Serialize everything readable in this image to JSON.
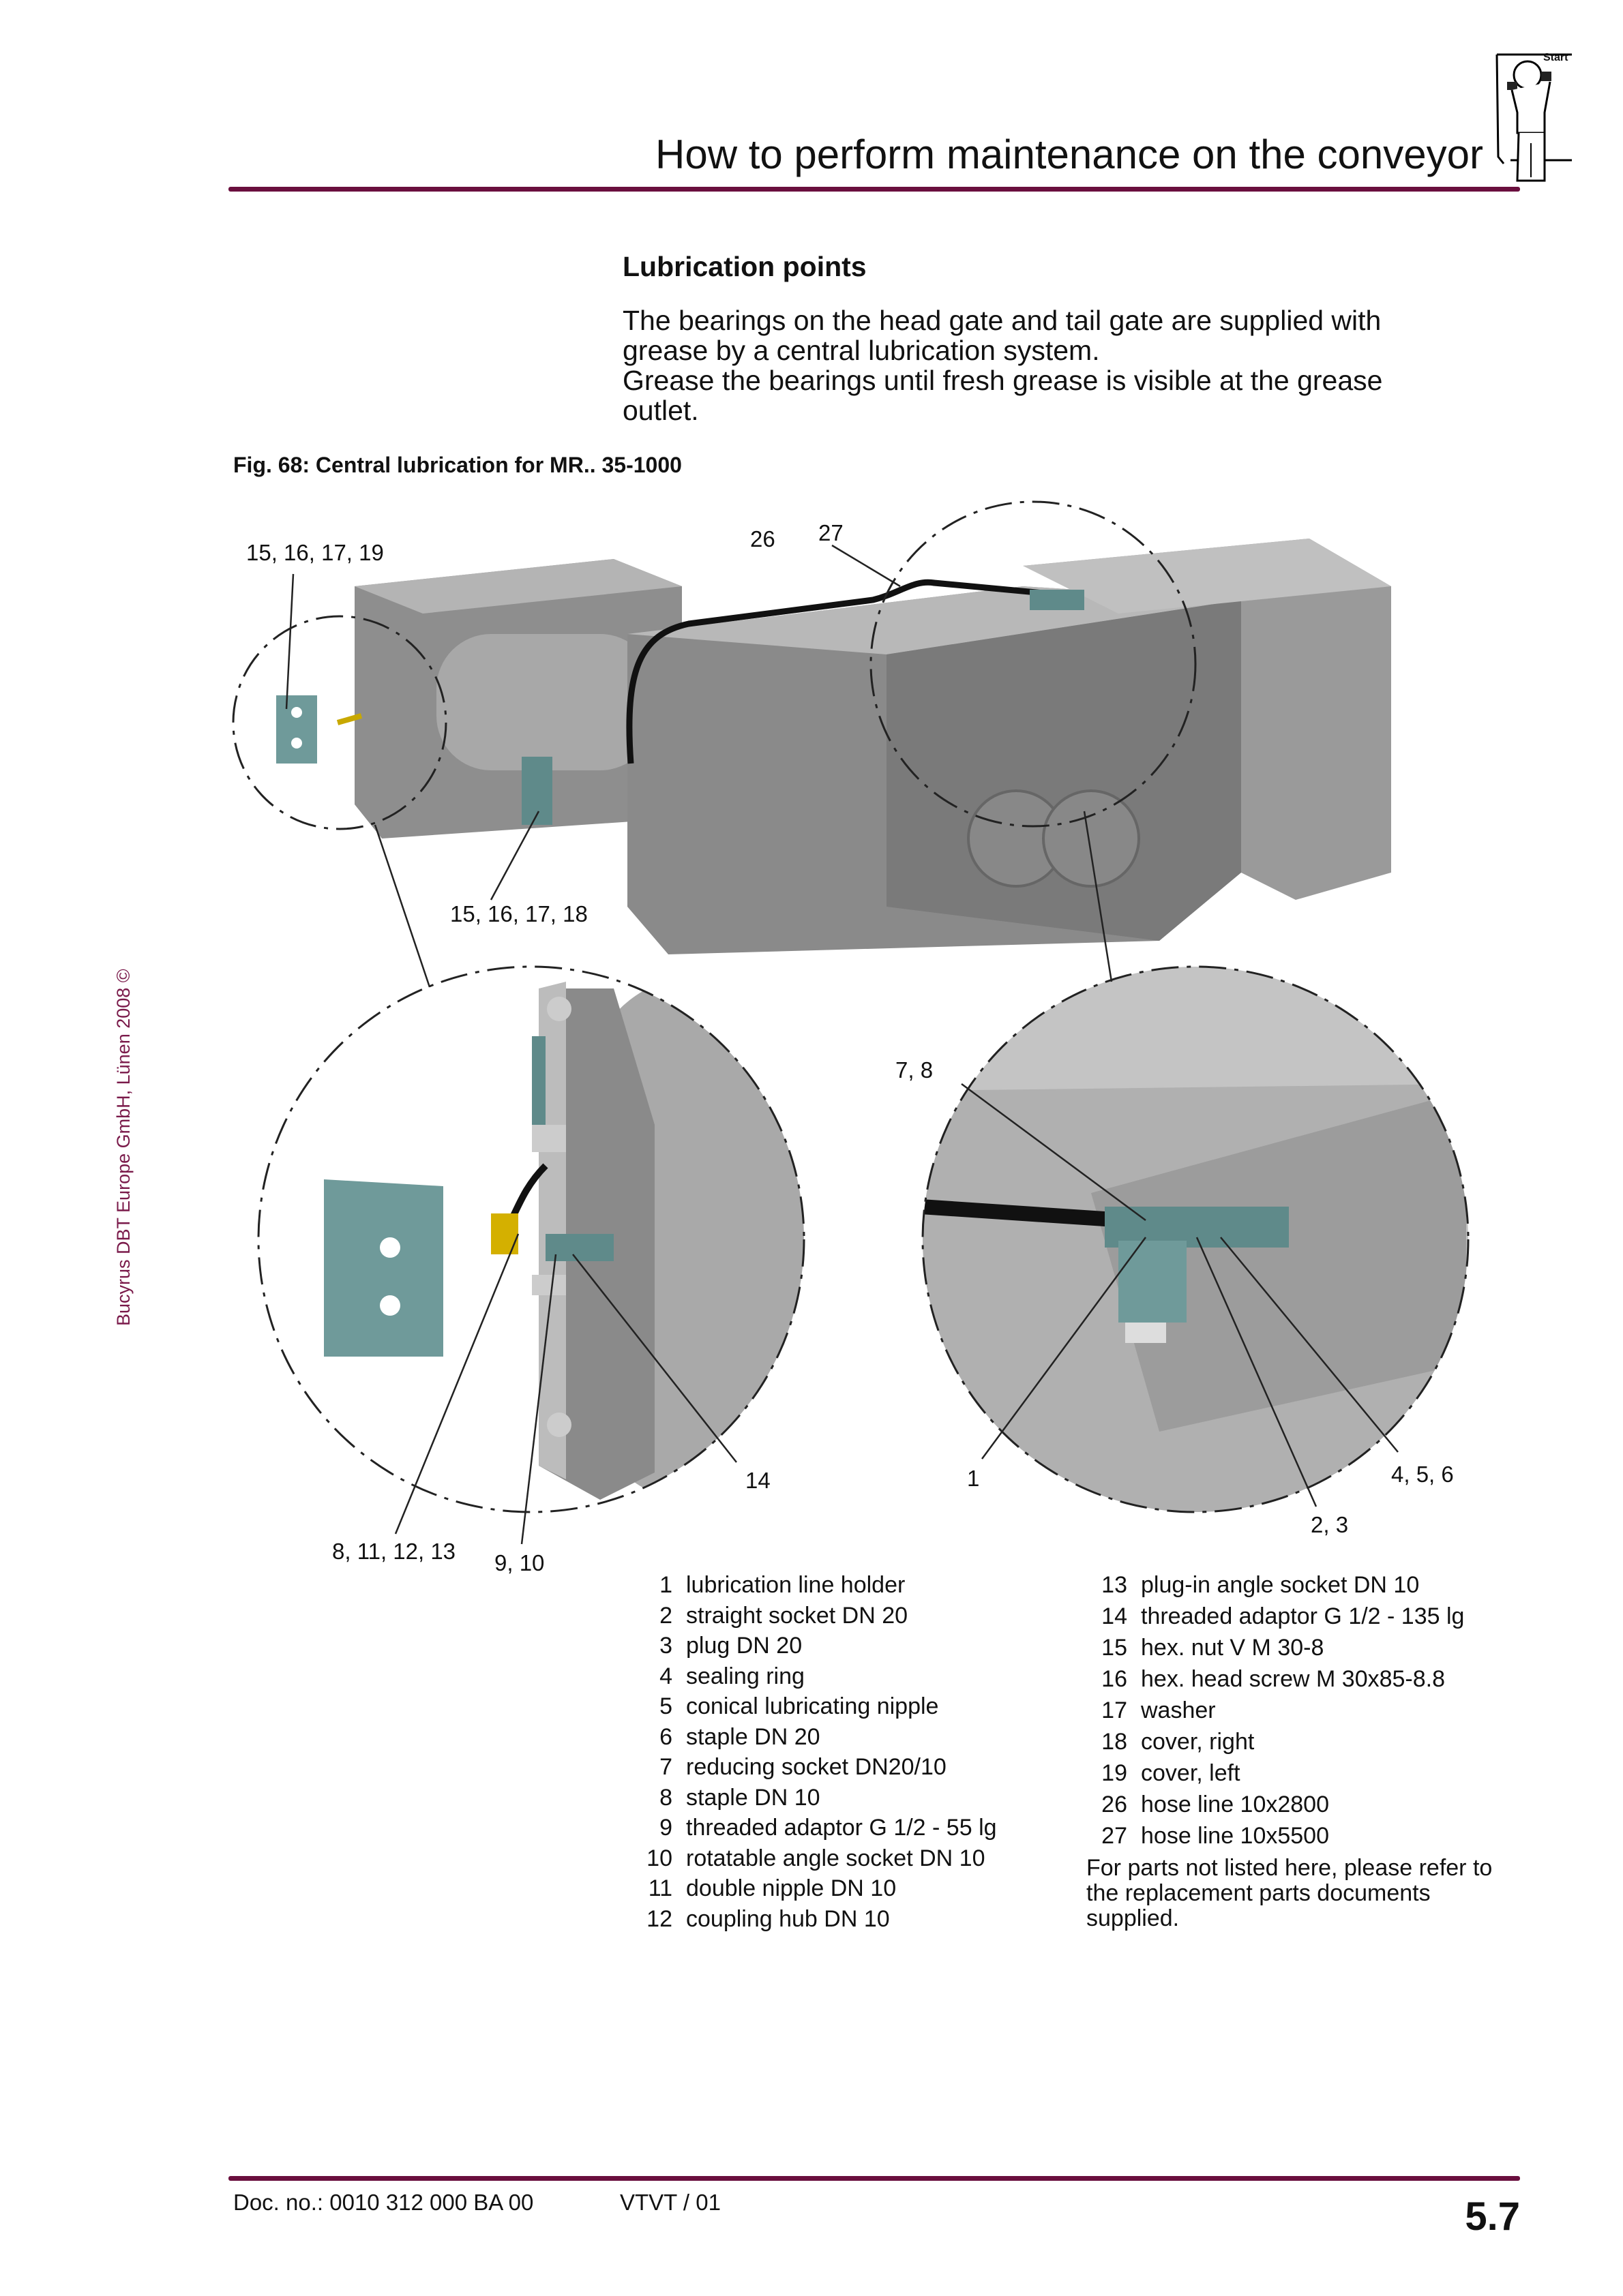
{
  "header": {
    "title": "How to perform maintenance on the conveyor",
    "logo_text": "Start"
  },
  "section": {
    "heading": "Lubrication points",
    "paragraph_lines": [
      "The bearings on the head gate and tail gate are supplied with",
      "grease by a central lubrication system.",
      "Grease the bearings until fresh grease is visible at the grease",
      "outlet."
    ]
  },
  "figure": {
    "caption": "Fig. 68:  Central lubrication for MR.. 35-1000",
    "callouts": {
      "c_15_16_17_19": "15, 16, 17, 19",
      "c_26": "26",
      "c_27": "27",
      "c_15_16_17_18": "15, 16, 17, 18",
      "c_7_8": "7, 8",
      "c_14": "14",
      "c_1": "1",
      "c_4_5_6": "4, 5, 6",
      "c_2_3": "2, 3",
      "c_8_11_12_13": "8, 11, 12, 13",
      "c_9_10": "9, 10"
    }
  },
  "parts_left": [
    {
      "num": "1",
      "text": "lubrication line holder"
    },
    {
      "num": "2",
      "text": "straight socket DN 20"
    },
    {
      "num": "3",
      "text": "plug DN 20"
    },
    {
      "num": "4",
      "text": "sealing ring"
    },
    {
      "num": "5",
      "text": "conical lubricating nipple"
    },
    {
      "num": "6",
      "text": "staple DN 20"
    },
    {
      "num": "7",
      "text": "reducing socket DN20/10"
    },
    {
      "num": "8",
      "text": "staple DN 10"
    },
    {
      "num": "9",
      "text": "threaded adaptor G 1/2 - 55 lg"
    },
    {
      "num": "10",
      "text": "rotatable angle socket DN 10"
    },
    {
      "num": "11",
      "text": "double nipple DN 10"
    },
    {
      "num": "12",
      "text": "coupling hub DN 10"
    }
  ],
  "parts_right": [
    {
      "num": "13",
      "text": "plug-in angle socket DN 10"
    },
    {
      "num": "14",
      "text": "threaded adaptor G 1/2 - 135 lg"
    },
    {
      "num": "15",
      "text": "hex. nut V M 30-8"
    },
    {
      "num": "16",
      "text": "hex. head screw M 30x85-8.8"
    },
    {
      "num": "17",
      "text": "washer"
    },
    {
      "num": "18",
      "text": "cover, right"
    },
    {
      "num": "19",
      "text": "cover, left"
    },
    {
      "num": "26",
      "text": "hose line 10x2800"
    },
    {
      "num": "27",
      "text": "hose line 10x5500"
    }
  ],
  "parts_note": "For parts not listed here, please refer to the replacement parts documents supplied.",
  "sidebar_copyright": "Bucyrus DBT Europe GmbH, Lünen 2008 ©",
  "footer": {
    "doc_no": "Doc. no.: 0010 312 000 BA 00",
    "version": "VTVT / 01",
    "page": "5.7"
  },
  "colors": {
    "rule": "#6a0f3e",
    "machine": "#9a9a9a",
    "bracket": "#5f8a8a"
  }
}
